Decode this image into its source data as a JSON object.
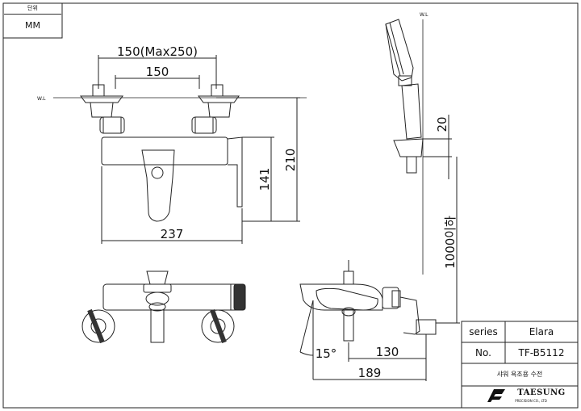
{
  "unit_box": {
    "header": "단위",
    "value": "MM"
  },
  "dimensions": {
    "w_150_max": "150(Max250)",
    "w_150": "150",
    "h_210": "210",
    "h_141": "141",
    "w_237": "237",
    "h_20": "20",
    "h_1000": "1000이하",
    "angle_15": "15°",
    "w_130": "130",
    "w_189": "189"
  },
  "wl_labels": {
    "front": "W.L",
    "side": "W.L"
  },
  "title_block": {
    "series_label": "series",
    "series_value": "Elara",
    "no_label": "No.",
    "no_value": "TF-B5112",
    "description": "샤워 욕조용 수전",
    "brand": "TAESUNG",
    "brand_sub": "PRECISION CO., LTD"
  }
}
